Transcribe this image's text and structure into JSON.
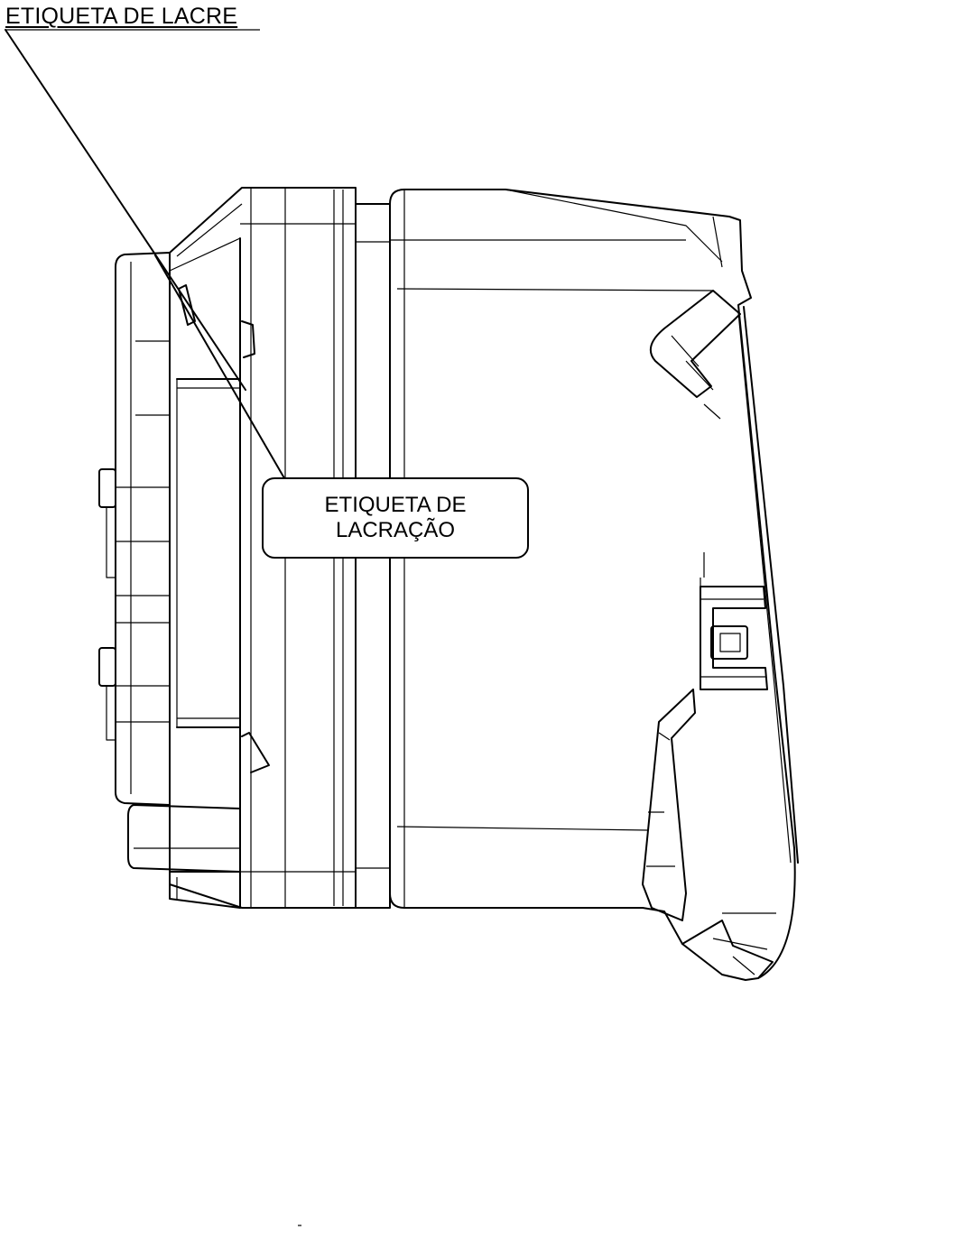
{
  "labels": {
    "top_label": "ETIQUETA DE LACRE",
    "callout_line_1": "ETIQUETA DE",
    "callout_line_2": "LACRAÇÃO"
  },
  "colors": {
    "line": "#000000",
    "background": "#ffffff"
  }
}
